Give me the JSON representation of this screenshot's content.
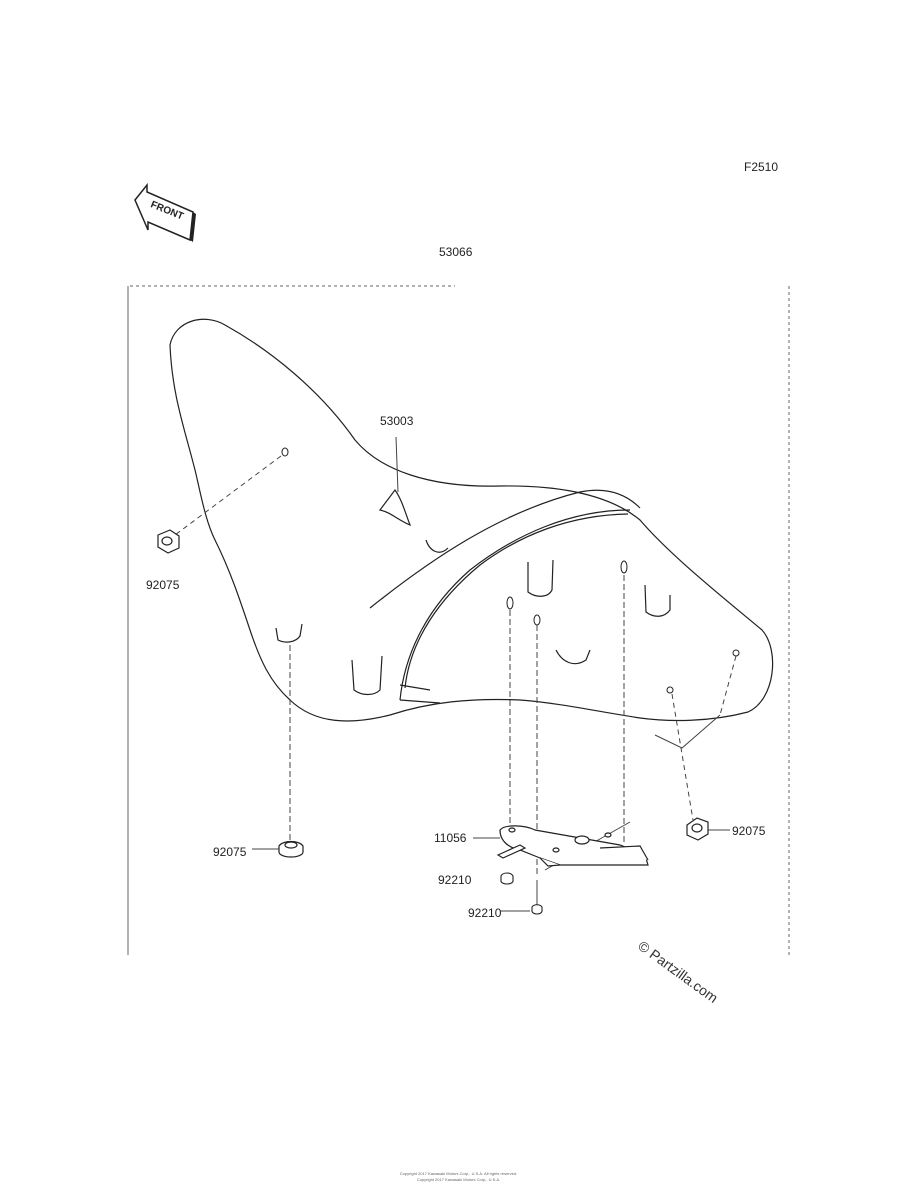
{
  "figure": {
    "code": "F2510",
    "front_label": "FRONT",
    "assembly_part": "53066"
  },
  "parts": {
    "p53003": "53003",
    "p92075a": "92075",
    "p92075b": "92075",
    "p92075c": "92075",
    "p11056": "11056",
    "p92210a": "92210",
    "p92210b": "92210"
  },
  "watermark": "© Partzilla.com",
  "footer": {
    "line1": "Copyright 2017 Kawasaki Motors Corp., U.S.A. All rights reserved.",
    "line2": "Copyright 2017 Kawasaki Motors Corp., U.S.A."
  }
}
